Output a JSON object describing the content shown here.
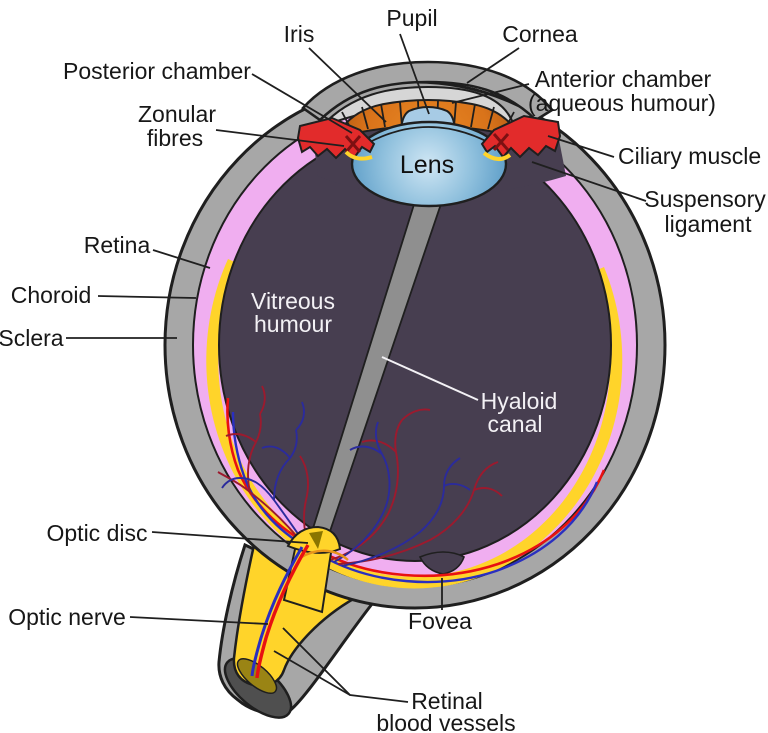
{
  "diagram": {
    "kind": "anatomical cross-section of the human eye",
    "labels": {
      "pupil": "Pupil",
      "iris": "Iris",
      "cornea": "Cornea",
      "posterior_chamber": "Posterior chamber",
      "anterior_chamber_1": "Anterior chamber",
      "anterior_chamber_2": "(aqueous humour)",
      "zonular_1": "Zonular",
      "zonular_2": "fibres",
      "ciliary_muscle": "Ciliary muscle",
      "suspensory_1": "Suspensory",
      "suspensory_2": "ligament",
      "retina": "Retina",
      "choroid": "Choroid",
      "sclera": "Sclera",
      "vitreous_1": "Vitreous",
      "vitreous_2": "humour",
      "hyaloid_1": "Hyaloid",
      "hyaloid_2": "canal",
      "optic_disc": "Optic disc",
      "optic_nerve": "Optic nerve",
      "fovea": "Fovea",
      "retinal_1": "Retinal",
      "retinal_2": "blood vessels",
      "lens": "Lens"
    },
    "palette": {
      "sclera_gray": "#a7a7a7",
      "cornea_light_gray": "#d6d6d6",
      "choroid_pink": "#f0aef0",
      "retina_yellow": "#ffd42a",
      "vitreous_purple": "#473e50",
      "iris_orange": "#d9731a",
      "lens_blue": "#5b9cc7",
      "pupil_blue": "#a7cbe5",
      "ciliary_red": "#e22b2b",
      "vessel_red": "#e81111",
      "vessel_blue": "#2a2fc0",
      "vessel_dark_red": "#9c1a2e",
      "vessel_dark_blue": "#2b2b9c",
      "nerve_cut_olive": "#9a8414",
      "outline": "#1f1f1f",
      "label_white": "#f3f1f5"
    }
  }
}
